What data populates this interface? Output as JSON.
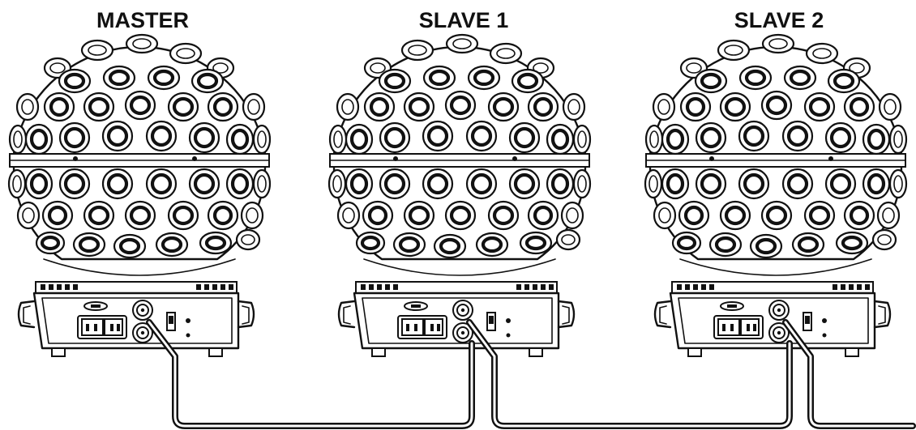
{
  "units": [
    {
      "label": "MASTER"
    },
    {
      "label": "SLAVE 1"
    },
    {
      "label": "SLAVE 2"
    }
  ],
  "colors": {
    "line": "#111111",
    "background": "#ffffff"
  }
}
